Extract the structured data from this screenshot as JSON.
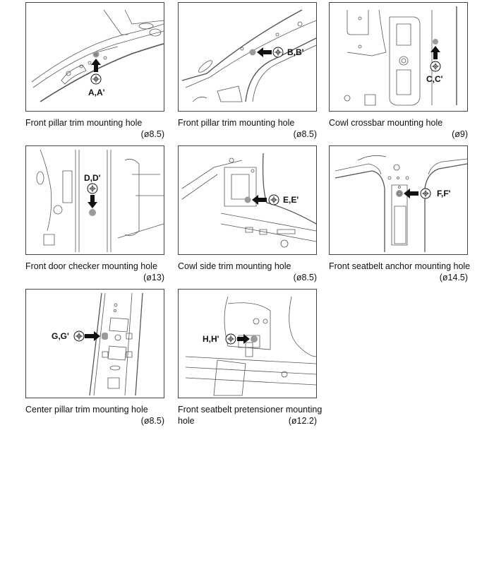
{
  "figures": [
    {
      "label": "A,A'",
      "caption": "Front pillar trim mounting hole",
      "diameter": "(ø8.5)",
      "arrow": "up"
    },
    {
      "label": "B,B'",
      "caption": "Front pillar trim mounting hole",
      "diameter": "(ø8.5)",
      "arrow": "left"
    },
    {
      "label": "C,C'",
      "caption": "Cowl crossbar mounting hole",
      "diameter": "(ø9)",
      "arrow": "up"
    },
    {
      "label": "D,D'",
      "caption": "Front door checker mounting hole",
      "diameter": "(ø13)",
      "arrow": "down"
    },
    {
      "label": "E,E'",
      "caption": "Cowl side trim mounting hole",
      "diameter": "(ø8.5)",
      "arrow": "left"
    },
    {
      "label": "F,F'",
      "caption": "Front seatbelt anchor mounting hole",
      "diameter": "(ø14.5)",
      "arrow": "left"
    },
    {
      "label": "G,G'",
      "caption": "Center pillar trim mounting hole",
      "diameter": "(ø8.5)",
      "arrow": "right"
    },
    {
      "label": "H,H'",
      "caption": "Front seatbelt pretensioner mounting",
      "caption_line2": "hole",
      "diameter": "(ø12.2)",
      "arrow": "right"
    }
  ],
  "icons": {
    "datum": "crosshair-circle-icon",
    "hole": "gray-hole-marker"
  },
  "colors": {
    "border": "#444444",
    "line": "#555555",
    "hole": "#9a9a9a",
    "arrow": "#111111"
  }
}
